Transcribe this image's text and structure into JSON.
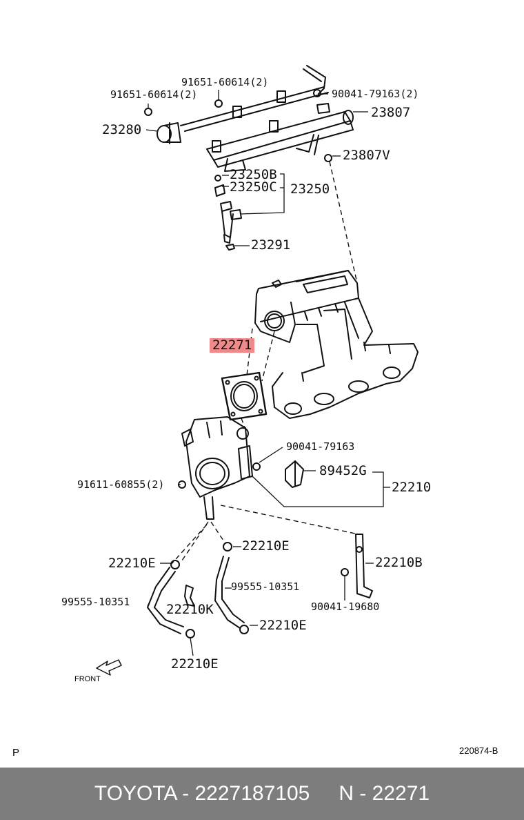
{
  "labels": {
    "l1": "91651-60614(2)",
    "l2": "91651-60614(2)",
    "l3": "90041-79163(2)",
    "l4": "23807",
    "l5": "23280",
    "l6": "23807V",
    "l7": "23250B",
    "l8": "23250C",
    "l9": "23250",
    "l10": "23291",
    "l11": "22271",
    "l12": "90041-79163",
    "l13": "89452G",
    "l14": "22210",
    "l15": "91611-60855(2)",
    "l16": "22210E",
    "l17": "22210E",
    "l18": "22210B",
    "l19": "99555-10351",
    "l20": "99555-10351",
    "l21": "22210K",
    "l22": "90041-19680",
    "l23": "22210E",
    "l24": "22210E"
  },
  "front_label": "FRONT",
  "corner_mark": "P",
  "diagram_code": "220874-B",
  "footer": {
    "brand": "TOYOTA - 2227187105",
    "part": "N - 22271"
  },
  "colors": {
    "highlight": "#f08a8a",
    "footer_bg": "#7d7d7d"
  }
}
